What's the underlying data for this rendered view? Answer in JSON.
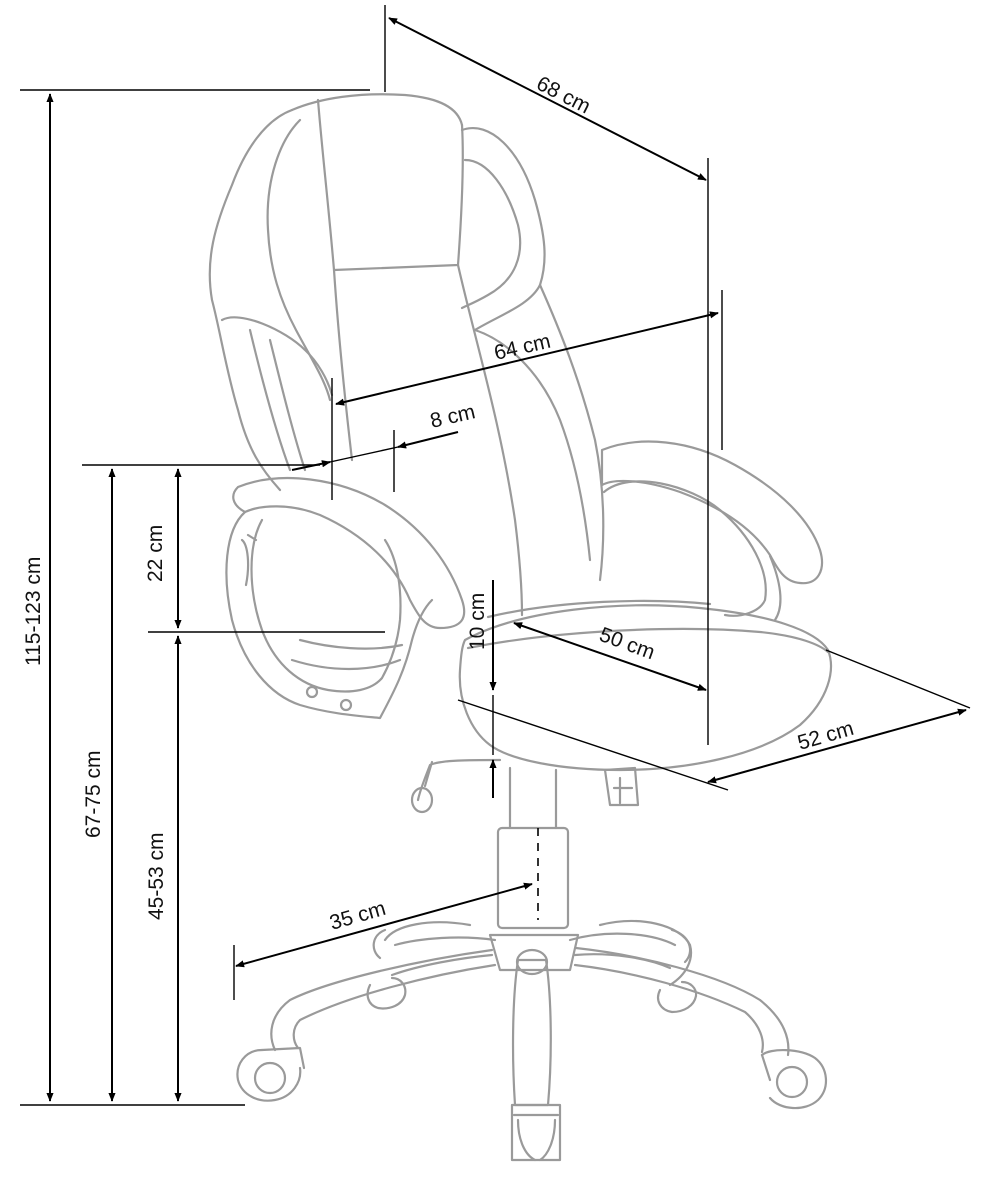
{
  "dimensions": {
    "backrest_width": "68 cm",
    "seat_back_width": "64 cm",
    "armrest_width": "8 cm",
    "armrest_height": "22 cm",
    "seat_height_adjust": "10 cm",
    "seat_depth": "50 cm",
    "seat_width": "52 cm",
    "total_height": "115-123 cm",
    "armrest_floor_height": "67-75 cm",
    "seat_floor_height": "45-53 cm",
    "base_radius": "35 cm"
  },
  "colors": {
    "outline": "#9a9a9a",
    "dimension": "#000000"
  }
}
